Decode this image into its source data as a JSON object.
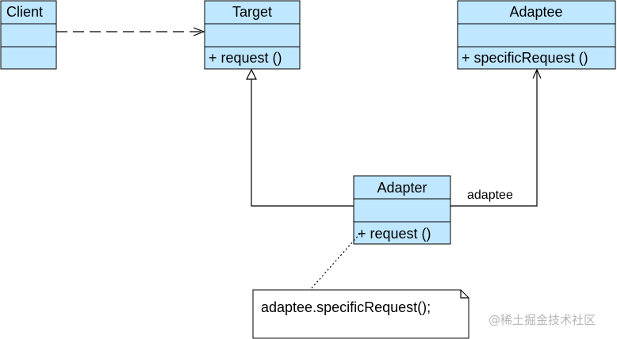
{
  "classes": {
    "client": {
      "name": "Client",
      "operation": ""
    },
    "target": {
      "name": "Target",
      "operation": "+ request ()"
    },
    "adaptee": {
      "name": "Adaptee",
      "operation": "+ specificRequest ()"
    },
    "adapter": {
      "name": "Adapter",
      "operation": "+ request ()"
    }
  },
  "association": {
    "label": "adaptee"
  },
  "note": {
    "text": "adaptee.specificRequest();"
  },
  "watermark": {
    "text": "@稀土掘金技术社区"
  },
  "colors": {
    "class_fill": "#BFE7FF",
    "class_border": "#000000",
    "line": "#000000",
    "note_fill": "#FFFFFF",
    "watermark": "#B5B5B5"
  }
}
